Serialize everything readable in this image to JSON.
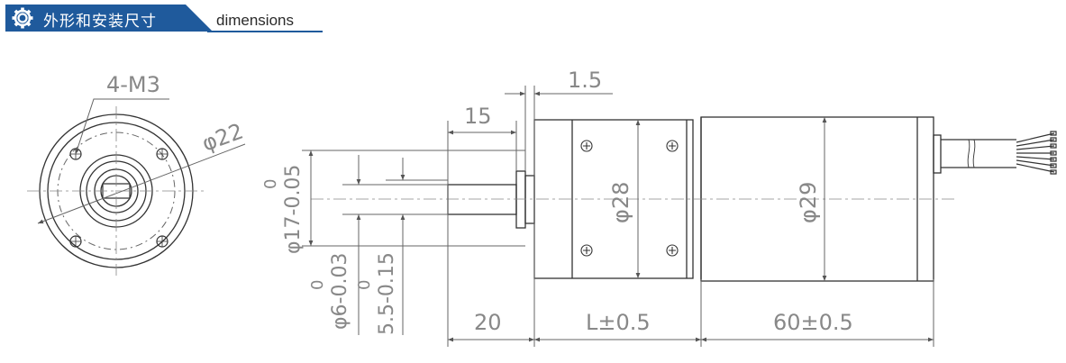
{
  "header": {
    "title": "外形和安装尺寸",
    "subtitle": "dimensions",
    "icon": "gear-icon",
    "accent_color": "#1f5a9c"
  },
  "drawing": {
    "colors": {
      "line": "#333333",
      "dim": "#777777"
    },
    "front_view": {
      "thread_label": "4-M3",
      "pcd_label": "φ22"
    },
    "side_view": {
      "shaft_length": "15",
      "flange_thickness": "1.5",
      "boss_dia_tol_upper": "0",
      "boss_dia_label": "φ17-0.05",
      "shaft_dia_tol_upper": "0",
      "shaft_dia_label": "φ6-0.03",
      "flat_tol_upper": "0",
      "flat_label": "5.5-0.15",
      "gearbox_dia": "φ28",
      "motor_dia": "φ29",
      "shaft_ext_length": "20",
      "gearbox_length": "L±0.5",
      "motor_length": "60±0.5"
    }
  }
}
